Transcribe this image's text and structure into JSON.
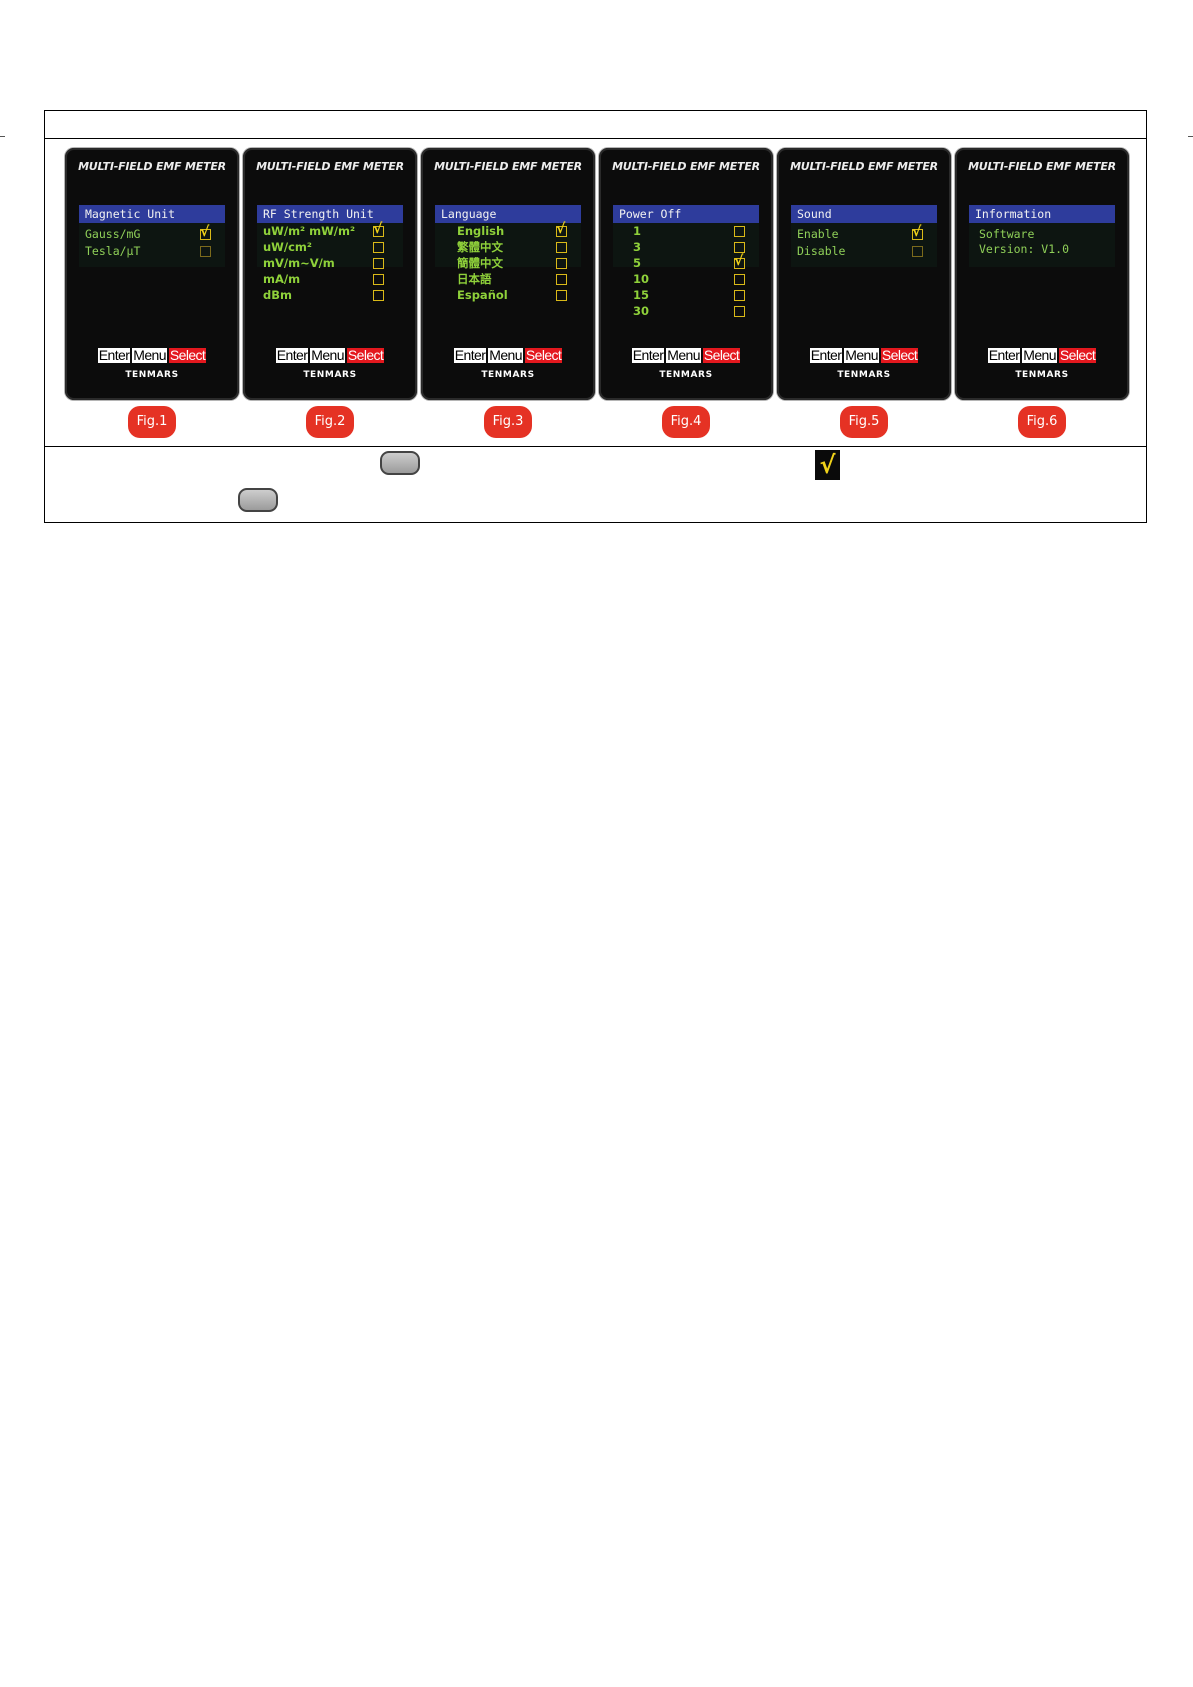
{
  "devices": [
    {
      "model": "MULTI-FIELD EMF METER",
      "menu_title": "Magnetic Unit",
      "options": [
        {
          "label": "Gauss/mG",
          "checked": true
        },
        {
          "label": "Tesla/μT",
          "checked": false
        }
      ],
      "keys": [
        "Enter",
        "Menu",
        "Select"
      ],
      "brand": "TENMARS",
      "figure": "Fig.1"
    },
    {
      "model": "MULTI-FIELD EMF METER",
      "menu_title": "RF Strength Unit",
      "options": [
        {
          "label": "uW/m² mW/m²",
          "checked": true
        },
        {
          "label": "uW/cm²",
          "checked": false
        },
        {
          "label": "mV/m~V/m",
          "checked": false
        },
        {
          "label": "mA/m",
          "checked": false
        },
        {
          "label": "dBm",
          "checked": false
        }
      ],
      "keys": [
        "Enter",
        "Menu",
        "Select"
      ],
      "brand": "TENMARS",
      "figure": "Fig.2"
    },
    {
      "model": "MULTI-FIELD EMF METER",
      "menu_title": "Language",
      "options": [
        {
          "label": "English",
          "checked": true
        },
        {
          "label": "繁體中文",
          "checked": false
        },
        {
          "label": "簡體中文",
          "checked": false
        },
        {
          "label": "日本語",
          "checked": false
        },
        {
          "label": "Español",
          "checked": false
        }
      ],
      "keys": [
        "Enter",
        "Menu",
        "Select"
      ],
      "brand": "TENMARS",
      "figure": "Fig.3"
    },
    {
      "model": "MULTI-FIELD EMF METER",
      "menu_title": "Power Off",
      "options": [
        {
          "label": "1",
          "checked": false
        },
        {
          "label": "3",
          "checked": false
        },
        {
          "label": "5",
          "checked": true
        },
        {
          "label": "10",
          "checked": false
        },
        {
          "label": "15",
          "checked": false
        },
        {
          "label": "30",
          "checked": false
        }
      ],
      "keys": [
        "Enter",
        "Menu",
        "Select"
      ],
      "brand": "TENMARS",
      "figure": "Fig.4"
    },
    {
      "model": "MULTI-FIELD EMF METER",
      "menu_title": "Sound",
      "options": [
        {
          "label": "Enable",
          "checked": true
        },
        {
          "label": "Disable",
          "checked": false
        }
      ],
      "keys": [
        "Enter",
        "Menu",
        "Select"
      ],
      "brand": "TENMARS",
      "figure": "Fig.5"
    },
    {
      "model": "MULTI-FIELD EMF METER",
      "menu_title": "Information",
      "info_lines": [
        "Software",
        "Version: V1.0"
      ],
      "keys": [
        "Enter",
        "Menu",
        "Select"
      ],
      "brand": "TENMARS",
      "figure": "Fig.6"
    }
  ],
  "legend_icons": [
    "button-icon",
    "checkmark-icon",
    "button-icon"
  ],
  "colors": {
    "menu_title_bg": "#2e3c9c",
    "option_text": "#8fcf58",
    "checkbox": "#d9b918",
    "select_key": "#e4181e",
    "figure_badge": "#e53224"
  }
}
